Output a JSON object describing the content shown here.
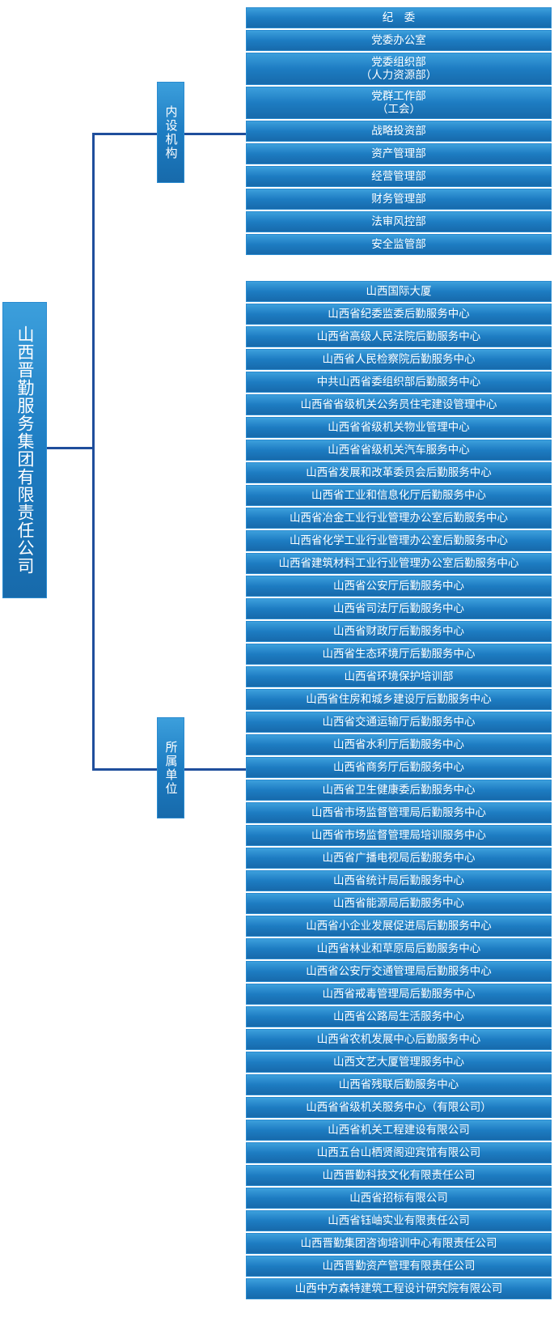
{
  "root": {
    "label": "山西晋勤服务集团有限责任公司"
  },
  "branches": [
    {
      "label": "内设机构",
      "items": [
        "纪　委",
        "党委办公室",
        "党委组织部\n（人力资源部）",
        "党群工作部\n（工会）",
        "战略投资部",
        "资产管理部",
        "经营管理部",
        "财务管理部",
        "法审风控部",
        "安全监管部"
      ]
    },
    {
      "label": "所属单位",
      "items": [
        "山西国际大厦",
        "山西省纪委监委后勤服务中心",
        "山西省高级人民法院后勤服务中心",
        "山西省人民检察院后勤服务中心",
        "中共山西省委组织部后勤服务中心",
        "山西省省级机关公务员住宅建设管理中心",
        "山西省省级机关物业管理中心",
        "山西省省级机关汽车服务中心",
        "山西省发展和改革委员会后勤服务中心",
        "山西省工业和信息化厅后勤服务中心",
        "山西省冶金工业行业管理办公室后勤服务中心",
        "山西省化学工业行业管理办公室后勤服务中心",
        "山西省建筑材料工业行业管理办公室后勤服务中心",
        "山西省公安厅后勤服务中心",
        "山西省司法厅后勤服务中心",
        "山西省财政厅后勤服务中心",
        "山西省生态环境厅后勤服务中心",
        "山西省环境保护培训部",
        "山西省住房和城乡建设厅后勤服务中心",
        "山西省交通运输厅后勤服务中心",
        "山西省水利厅后勤服务中心",
        "山西省商务厅后勤服务中心",
        "山西省卫生健康委后勤服务中心",
        "山西省市场监督管理局后勤服务中心",
        "山西省市场监督管理局培训服务中心",
        "山西省广播电视局后勤服务中心",
        "山西省统计局后勤服务中心",
        "山西省能源局后勤服务中心",
        "山西省小企业发展促进局后勤服务中心",
        "山西省林业和草原局后勤服务中心",
        "山西省公安厅交通管理局后勤服务中心",
        "山西省戒毒管理局后勤服务中心",
        "山西省公路局生活服务中心",
        "山西省农机发展中心后勤服务中心",
        "山西文艺大厦管理服务中心",
        "山西省残联后勤服务中心",
        "山西省省级机关服务中心（有限公司）",
        "山西省机关工程建设有限公司",
        "山西五台山栖贤阁迎宾馆有限公司",
        "山西晋勤科技文化有限责任公司",
        "山西省招标有限公司",
        "山西省钰岫实业有限责任公司",
        "山西晋勤集团咨询培训中心有限责任公司",
        "山西晋勤资产管理有限责任公司",
        "山西中方森特建筑工程设计研究院有限公司"
      ]
    }
  ],
  "colors": {
    "box": "#1d7cc2",
    "connector": "#1f4e9c",
    "text": "#ffffff"
  }
}
